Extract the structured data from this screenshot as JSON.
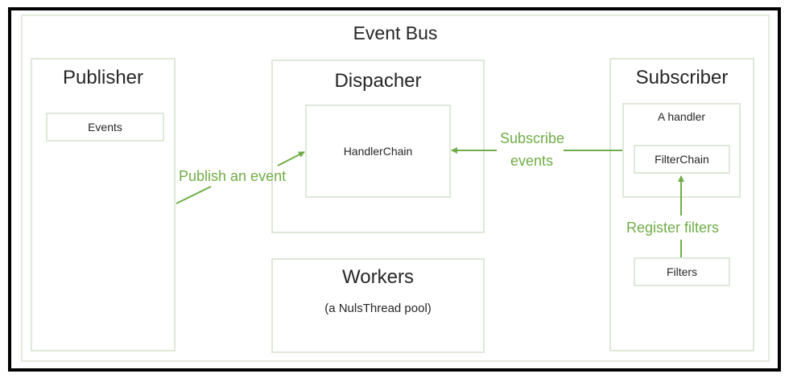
{
  "diagram": {
    "event_bus": {
      "title": "Event Bus"
    },
    "publisher": {
      "title": "Publisher",
      "events": "Events"
    },
    "dispatcher": {
      "title": "Dispacher",
      "handler_chain": "HandlerChain"
    },
    "workers": {
      "title": "Workers",
      "subtitle": "(a NulsThread pool)"
    },
    "subscriber": {
      "title": "Subscriber",
      "handler": "A handler",
      "filter_chain": "FilterChain",
      "filters": "Filters"
    },
    "edges": {
      "publish": "Publish an event",
      "subscribe_line1": "Subscribe",
      "subscribe_line2": "events",
      "register": "Register filters"
    },
    "colors": {
      "arrow": "#70ad47",
      "box_border": "#dfe8d9",
      "frame_border": "#000000"
    }
  }
}
